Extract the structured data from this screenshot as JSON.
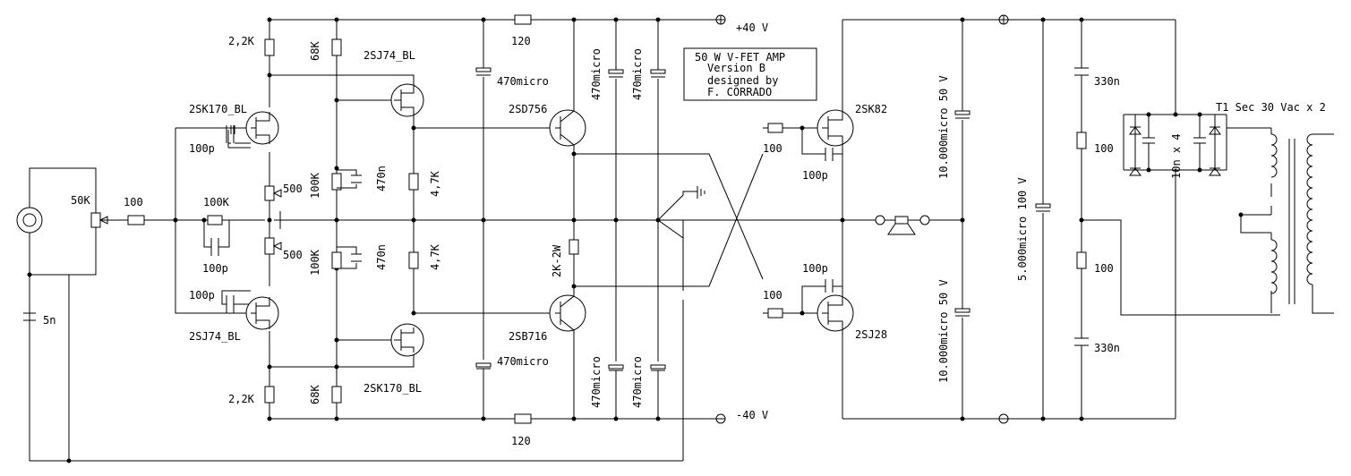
{
  "title_box": [
    "50 W V-FET AMP",
    "Version  B",
    "designed by",
    "F.  CORRADO"
  ],
  "rails": {
    "pos": "+40 V",
    "neg": "-40 V"
  },
  "labels": {
    "r_22k_top": "2,2K",
    "r_22k_bot": "2,2K",
    "r_68k_top": "68K",
    "r_68k_bot": "68K",
    "q_2sj74_top": "2SJ74_BL",
    "q_2sk170_left": "2SK170_BL",
    "q_2sj74_left": "2SJ74_BL",
    "q_2sk170_bot": "2SK170_BL",
    "c_100p_a": "100p",
    "c_100p_b": "100p",
    "c_100p_c": "100p",
    "pot_50k": "50K",
    "r_100_in": "100",
    "r_100k": "100K",
    "pot_500_top": "500",
    "pot_500_bot": "500",
    "r_100k_top": "100K",
    "r_100k_bot": "100K",
    "c_470n_top": "470n",
    "c_470n_bot": "470n",
    "r_47k_top": "4,7K",
    "r_47k_bot": "4,7K",
    "c_5n": "5n",
    "r_120_top": "120",
    "r_120_bot": "120",
    "c_470u_a": "470micro",
    "c_470u_b": "470micro",
    "c_470u_c": "470micro",
    "c_470u_d": "470micro",
    "c_470u_e": "470micro",
    "c_470u_f": "470micro",
    "q_2sd756": "2SD756",
    "q_2sb716": "2SB716",
    "r_2k2w": "2K-2W",
    "r_100_gate_top": "100",
    "r_100_gate_bot": "100",
    "q_2sk82": "2SK82",
    "q_2sj28": "2SJ28",
    "c_100p_out_top": "100p",
    "c_100p_out_bot": "100p",
    "c_10000_top": "10.000micro 50  V",
    "c_10000_bot": "10.000micro 50  V",
    "c_5000": "5.000micro 100 V",
    "c_330n_top": "330n",
    "c_330n_bot": "330n",
    "r_100_psu_top": "100",
    "r_100_psu_bot": "100",
    "c_10n": "10n  x  4",
    "transformer": "T1 Sec 30 Vac x 2"
  }
}
